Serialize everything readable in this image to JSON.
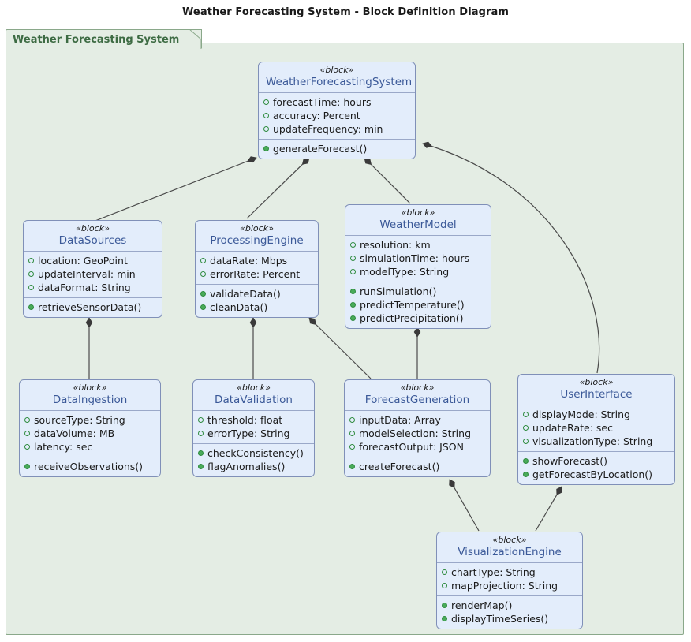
{
  "title": "Weather Forecasting System - Block Definition Diagram",
  "package": {
    "label": "Weather Forecasting System"
  },
  "colors": {
    "package_fill": "#E4EDE4",
    "package_border": "#8AA88A",
    "package_label": "#3D6B43",
    "block_fill": "#E3EDFB",
    "block_border": "#8090B8",
    "block_name": "#3B5998",
    "attribute_marker": "#2F8C3F",
    "operation_marker": "#4AAB5A",
    "connector": "#4A4A4A",
    "canvas": "#FFFFFF"
  },
  "blocks": [
    {
      "id": "weatherForecastingSystem",
      "stereotype": "«block»",
      "name": "WeatherForecastingSystem",
      "attributes": [
        "forecastTime: hours",
        "accuracy: Percent",
        "updateFrequency: min"
      ],
      "operations": [
        "generateForecast()"
      ]
    },
    {
      "id": "dataSources",
      "stereotype": "«block»",
      "name": "DataSources",
      "attributes": [
        "location: GeoPoint",
        "updateInterval: min",
        "dataFormat: String"
      ],
      "operations": [
        "retrieveSensorData()"
      ]
    },
    {
      "id": "processingEngine",
      "stereotype": "«block»",
      "name": "ProcessingEngine",
      "attributes": [
        "dataRate: Mbps",
        "errorRate: Percent"
      ],
      "operations": [
        "validateData()",
        "cleanData()"
      ]
    },
    {
      "id": "weatherModel",
      "stereotype": "«block»",
      "name": "WeatherModel",
      "attributes": [
        "resolution: km",
        "simulationTime: hours",
        "modelType: String"
      ],
      "operations": [
        "runSimulation()",
        "predictTemperature()",
        "predictPrecipitation()"
      ]
    },
    {
      "id": "dataIngestion",
      "stereotype": "«block»",
      "name": "DataIngestion",
      "attributes": [
        "sourceType: String",
        "dataVolume: MB",
        "latency: sec"
      ],
      "operations": [
        "receiveObservations()"
      ]
    },
    {
      "id": "dataValidation",
      "stereotype": "«block»",
      "name": "DataValidation",
      "attributes": [
        "threshold: float",
        "errorType: String"
      ],
      "operations": [
        "checkConsistency()",
        "flagAnomalies()"
      ]
    },
    {
      "id": "forecastGeneration",
      "stereotype": "«block»",
      "name": "ForecastGeneration",
      "attributes": [
        "inputData: Array",
        "modelSelection: String",
        "forecastOutput: JSON"
      ],
      "operations": [
        "createForecast()"
      ]
    },
    {
      "id": "userInterface",
      "stereotype": "«block»",
      "name": "UserInterface",
      "attributes": [
        "displayMode: String",
        "updateRate: sec",
        "visualizationType: String"
      ],
      "operations": [
        "showForecast()",
        "getForecastByLocation()"
      ]
    },
    {
      "id": "visualizationEngine",
      "stereotype": "«block»",
      "name": "VisualizationEngine",
      "attributes": [
        "chartType: String",
        "mapProjection: String"
      ],
      "operations": [
        "renderMap()",
        "displayTimeSeries()"
      ]
    }
  ],
  "relationships": [
    {
      "type": "composition",
      "whole": "WeatherForecastingSystem",
      "part": "DataSources"
    },
    {
      "type": "composition",
      "whole": "WeatherForecastingSystem",
      "part": "ProcessingEngine"
    },
    {
      "type": "composition",
      "whole": "WeatherForecastingSystem",
      "part": "WeatherModel"
    },
    {
      "type": "composition",
      "whole": "WeatherForecastingSystem",
      "part": "UserInterface"
    },
    {
      "type": "composition",
      "whole": "DataSources",
      "part": "DataIngestion"
    },
    {
      "type": "composition",
      "whole": "ProcessingEngine",
      "part": "DataValidation"
    },
    {
      "type": "composition",
      "whole": "ProcessingEngine",
      "part": "ForecastGeneration"
    },
    {
      "type": "composition",
      "whole": "WeatherModel",
      "part": "ForecastGeneration"
    },
    {
      "type": "composition",
      "whole": "ForecastGeneration",
      "part": "VisualizationEngine"
    },
    {
      "type": "composition",
      "whole": "UserInterface",
      "part": "VisualizationEngine"
    }
  ]
}
